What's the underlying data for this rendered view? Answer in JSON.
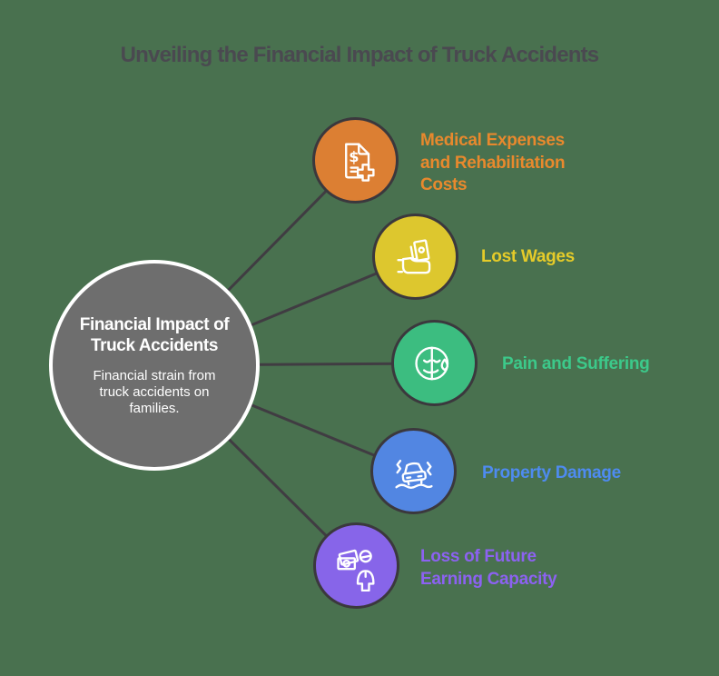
{
  "title": "Unveiling the Financial Impact of Truck Accidents",
  "center": {
    "heading": "Financial Impact of Truck Accidents",
    "description": "Financial strain from truck accidents on families."
  },
  "nodes": [
    {
      "id": "medical-expenses",
      "label": "Medical Expenses and Rehabilitation Costs",
      "icon": "medical-bill-icon",
      "circle_color": "#dc7f33",
      "label_color": "#e8892d"
    },
    {
      "id": "lost-wages",
      "label": "Lost Wages",
      "icon": "money-in-hand-icon",
      "circle_color": "#ddc72e",
      "label_color": "#e5cb29"
    },
    {
      "id": "pain-and-suffering",
      "label": "Pain and Suffering",
      "icon": "sad-face-tear-icon",
      "circle_color": "#3cbd80",
      "label_color": "#3cc98a"
    },
    {
      "id": "property-damage",
      "label": "Property Damage",
      "icon": "skidding-car-icon",
      "circle_color": "#5286e2",
      "label_color": "#4e8bf0"
    },
    {
      "id": "loss-of-earning-capacity",
      "label": "Loss of Future Earning Capacity",
      "icon": "money-person-icon",
      "circle_color": "#8765e9",
      "label_color": "#8c62f1"
    }
  ],
  "colors": {
    "background": "#49714f",
    "title_text": "#4a4950",
    "connector_line": "#403c42",
    "center_fill": "#6e6e6e",
    "center_border": "#ffffff",
    "center_text": "#ffffff",
    "node_border": "#3b383d",
    "icon_stroke": "#ffffff"
  }
}
